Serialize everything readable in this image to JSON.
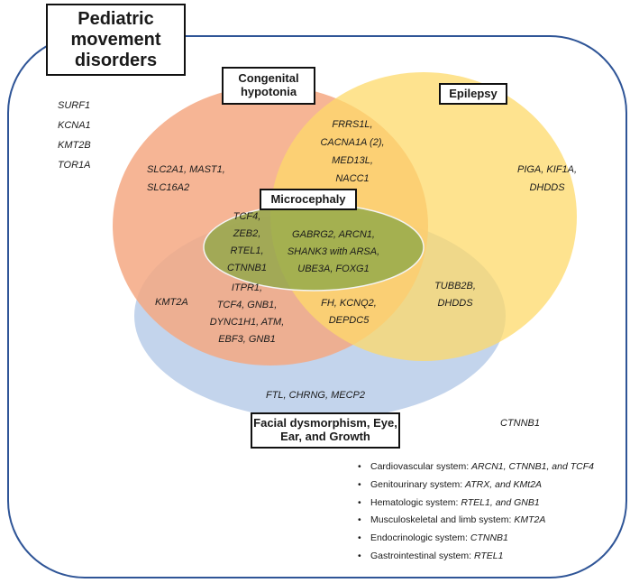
{
  "title": "Pediatric movement disorders",
  "sets": {
    "congenital_hypotonia": "Congenital hypotonia",
    "epilepsy": "Epilepsy",
    "microcephaly": "Microcephaly",
    "facial": "Facial dysmorphism, Eye, Ear, and Growth"
  },
  "colors": {
    "congenital_hypotonia": "#f4a882",
    "epilepsy": "#fed96a",
    "microcephaly": "#8ea847",
    "facial": "#c3d4ec",
    "frame": "#2f5597"
  },
  "genes": {
    "outside": [
      "SURF1",
      "KCNA1",
      "KMT2B",
      "TOR1A"
    ],
    "hypotonia_only": [
      "SLC2A1, MAST1,",
      "SLC16A2"
    ],
    "hypotonia_epilepsy": [
      "FRRS1L,",
      "CACNA1A (2),",
      "MED13L,",
      "NACC1"
    ],
    "epilepsy_only": [
      "PIGA, KIF1A,",
      "DHDDS"
    ],
    "hypotonia_microcephaly_facial": [
      "TCF4,",
      "ZEB2,",
      "RTEL1,",
      "CTNNB1"
    ],
    "all_four": [
      "GABRG2, ARCN1,",
      "SHANK3 with ARSA,",
      "UBE3A, FOXG1"
    ],
    "hypotonia_facial_left": [
      "KMT2A"
    ],
    "hypotonia_facial": [
      "ITPR1,",
      "TCF4, GNB1,",
      "DYNC1H1, ATM,",
      "EBF3, GNB1"
    ],
    "hypotonia_epilepsy_facial": [
      "FH, KCNQ2,",
      "DEPDC5"
    ],
    "epilepsy_facial": [
      "TUBB2B,",
      "DHDDS"
    ],
    "facial_only": [
      "FTL, CHRNG, MECP2"
    ],
    "frame_only": [
      "CTNNB1"
    ]
  },
  "systems": [
    {
      "label": "Cardiovascular system: ",
      "genes": "ARCN1, CTNNB1, and TCF4"
    },
    {
      "label": "Genitourinary system: ",
      "genes": "ATRX, and KMt2A"
    },
    {
      "label": "Hematologic system: ",
      "genes": "RTEL1, and GNB1"
    },
    {
      "label": "Musculoskeletal and limb system: ",
      "genes": "KMT2A"
    },
    {
      "label": "Endocrinologic system: ",
      "genes": "CTNNB1"
    },
    {
      "label": "Gastrointestinal system: ",
      "genes": "RTEL1"
    }
  ]
}
